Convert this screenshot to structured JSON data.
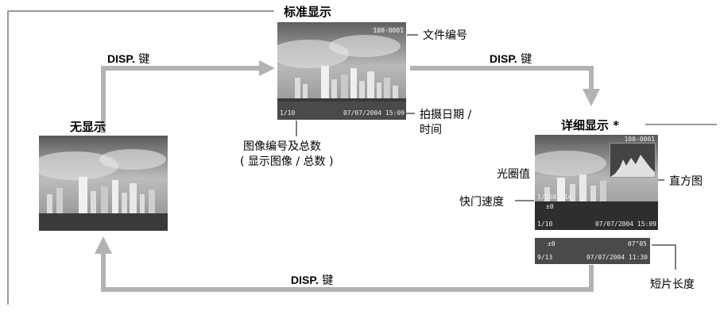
{
  "modes": {
    "standard": {
      "title": "标准显示"
    },
    "none": {
      "title": "无显示"
    },
    "detailed": {
      "title": "详细显示 *"
    }
  },
  "disp_labels": {
    "top_left": {
      "key": "DISP.",
      "suffix": "键"
    },
    "top_right": {
      "key": "DISP.",
      "suffix": "键"
    },
    "bottom": {
      "key": "DISP.",
      "suffix": "键"
    }
  },
  "callouts": {
    "file_number": "文件编号",
    "shoot_date_line1": "拍摄日期 /",
    "shoot_date_line2": "时间",
    "image_count_line1": "图像编号及总数",
    "image_count_line2": "( 显示图像 / 总数 )",
    "histogram": "直方图",
    "aperture": "光圈值",
    "shutter": "快门速度",
    "movie_length": "短片长度"
  },
  "screen_overlays": {
    "standard": {
      "file_no": "100-0001",
      "count": "1/10",
      "datetime": "07/07/2004 15:09"
    },
    "detailed": {
      "file_no": "100-0001",
      "shutter_aperture": "1/160  F14",
      "exposure": "±0",
      "count": "1/10",
      "datetime": "07/07/2004 15:09"
    },
    "movie": {
      "row1_left": "±0",
      "row1_right": "07\"05",
      "count": "9/13",
      "datetime": "07/07/2004 11:30"
    }
  }
}
